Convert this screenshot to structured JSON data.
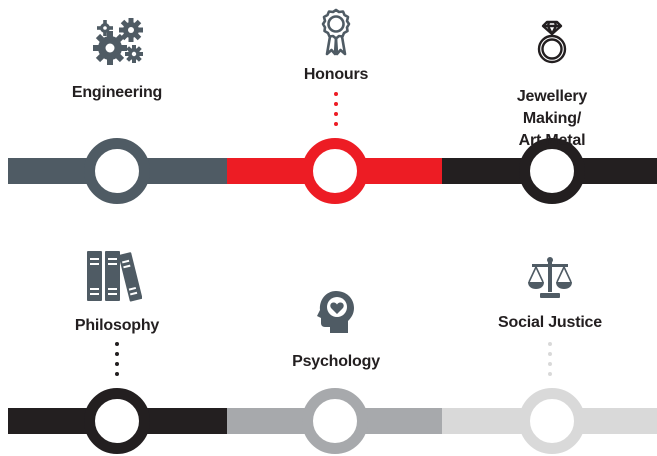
{
  "rows": [
    {
      "items": [
        {
          "label": "Engineering",
          "color": "#4f5b64",
          "icon": "gears-icon",
          "has_dots": false
        },
        {
          "label": "Honours",
          "color": "#ed1c24",
          "icon": "award-ribbon-icon",
          "has_dots": true
        },
        {
          "label": "Jewellery Making/\nArt Metal",
          "color": "#231f20",
          "icon": "diamond-ring-icon",
          "has_dots": false
        }
      ]
    },
    {
      "items": [
        {
          "label": "Philosophy",
          "color": "#231f20",
          "icon": "books-icon",
          "has_dots": true
        },
        {
          "label": "Psychology",
          "color": "#a7a9ac",
          "icon": "head-heart-icon",
          "has_dots": false
        },
        {
          "label": "Social Justice",
          "color": "#d9d9d9",
          "icon": "scales-icon",
          "has_dots": true
        }
      ]
    }
  ]
}
